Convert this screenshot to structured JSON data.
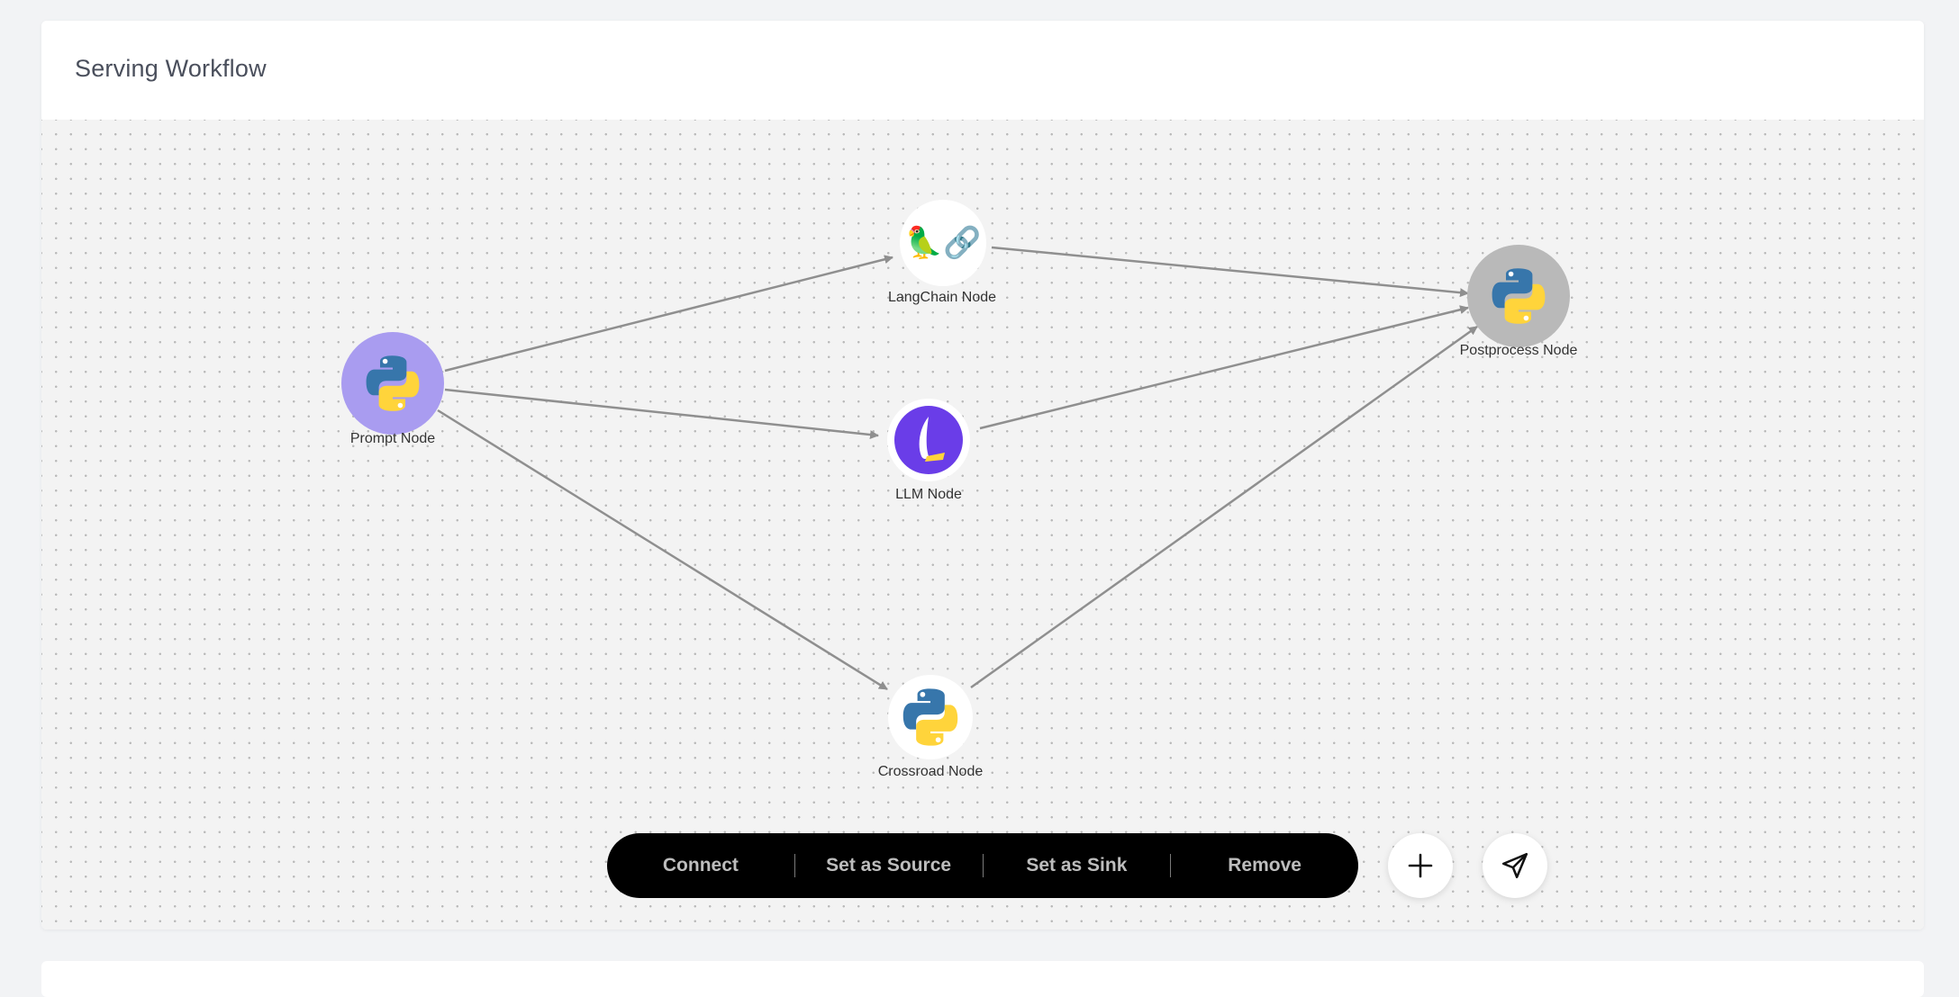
{
  "workflow": {
    "title": "Serving Workflow"
  },
  "nodes": [
    {
      "id": "prompt",
      "label": "Prompt Node",
      "icon": "python-icon",
      "bg": "#a99cf0"
    },
    {
      "id": "langchain",
      "label": "LangChain Node",
      "icon": "parrot-link-icon",
      "bg": "#ffffff"
    },
    {
      "id": "llm",
      "label": "LLM Node",
      "icon": "llm-logo-icon",
      "bg": "#ffffff"
    },
    {
      "id": "crossroad",
      "label": "Crossroad Node",
      "icon": "python-icon",
      "bg": "#ffffff"
    },
    {
      "id": "postprocess",
      "label": "Postprocess Node",
      "icon": "python-icon",
      "bg": "#b9b9b9"
    }
  ],
  "edges": [
    {
      "from": "Prompt Node",
      "to": "LangChain Node"
    },
    {
      "from": "Prompt Node",
      "to": "LLM Node"
    },
    {
      "from": "Prompt Node",
      "to": "Crossroad Node"
    },
    {
      "from": "LangChain Node",
      "to": "Postprocess Node"
    },
    {
      "from": "LLM Node",
      "to": "Postprocess Node"
    },
    {
      "from": "Crossroad Node",
      "to": "Postprocess Node"
    }
  ],
  "toolbar": {
    "connect_label": "Connect",
    "set_source_label": "Set as Source",
    "set_sink_label": "Set as Sink",
    "remove_label": "Remove"
  },
  "actions": {
    "add_icon": "plus-icon",
    "send_icon": "send-icon"
  },
  "colors": {
    "edge": "#8f8f8f",
    "toolbar_bg": "#000000",
    "toolbar_text": "#bdbdbd",
    "llm_purple": "#6a3de8",
    "python_blue": "#3776ab",
    "python_yellow": "#ffd43b"
  }
}
